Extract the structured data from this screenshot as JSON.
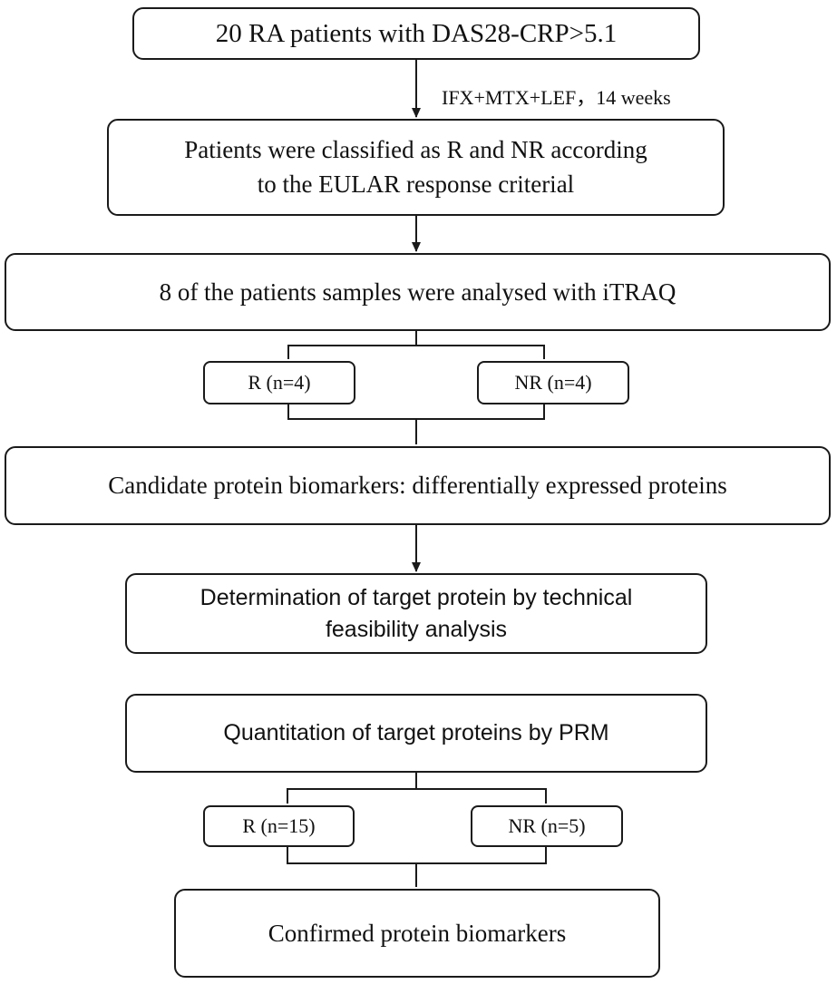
{
  "diagram": {
    "step1": "20 RA patients with DAS28-CRP>5.1",
    "treatment_label": "IFX+MTX+LEF，14 weeks",
    "step2_line1": "Patients were classified as R and NR according",
    "step2_line2": "to the EULAR response criterial",
    "step3": "8 of the patients samples were analysed with iTRAQ",
    "group1_r": "R (n=4)",
    "group1_nr": "NR (n=4)",
    "step4": "Candidate protein biomarkers: differentially  expressed proteins",
    "step5_line1": "Determination of target protein by technical",
    "step5_line2": "feasibility analysis",
    "step6": "Quantitation of target proteins by PRM",
    "group2_r": "R (n=15)",
    "group2_nr": "NR (n=5)",
    "step7": "Confirmed protein biomarkers"
  },
  "colors": {
    "stroke": "#1a1a1a",
    "text": "#111111",
    "background": "#ffffff"
  }
}
